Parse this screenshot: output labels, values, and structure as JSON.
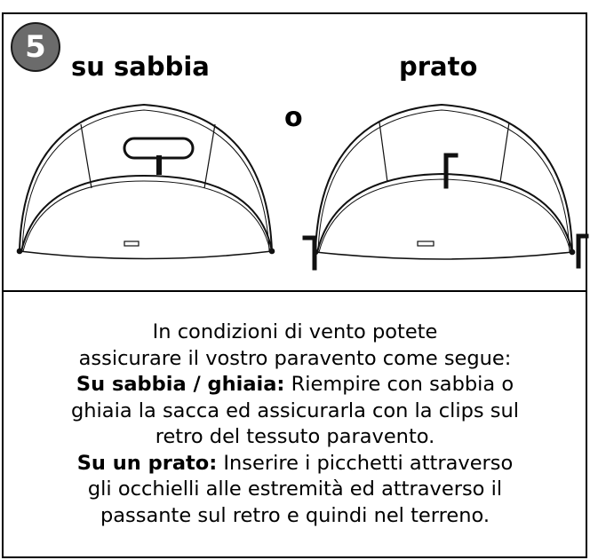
{
  "step": {
    "number": "5"
  },
  "illustration": {
    "sand_label": "su sabbia",
    "or_label": "o",
    "grass_label": "prato"
  },
  "instructions": {
    "intro_1": "In condizioni di vento potete",
    "intro_2": "assicurare il vostro paravento come segue:",
    "sand_heading": "Su sabbia / ghiaia:",
    "sand_text_1": " Riempire con sabbia o",
    "sand_text_2": "ghiaia la sacca ed assicurarla con la clips sul",
    "sand_text_3": "retro del tessuto paravento.",
    "grass_heading": "Su un prato:",
    "grass_text_1": " Inserire i picchetti attraverso",
    "grass_text_2": "gli occhielli alle estremità ed attraverso il",
    "grass_text_3": "passante sul retro e quindi nel terreno."
  }
}
